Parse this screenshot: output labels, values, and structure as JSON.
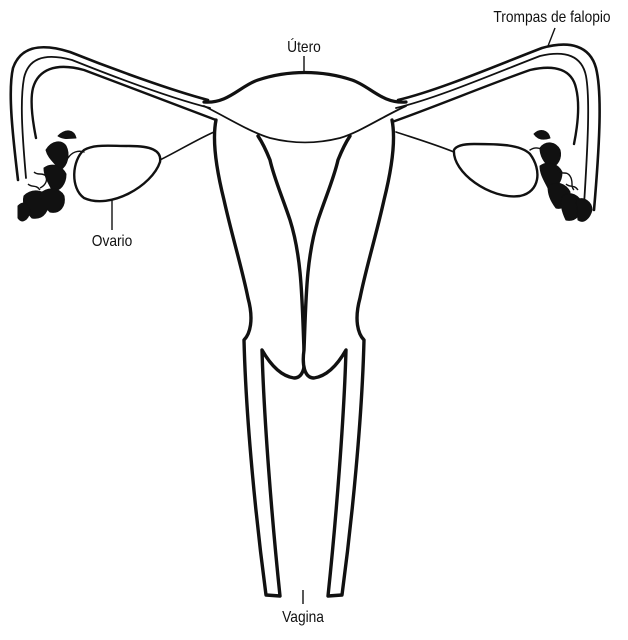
{
  "diagram": {
    "labels": {
      "utero": "Útero",
      "trompas": "Trompas de falopio",
      "ovario": "Ovario",
      "vagina": "Vagina"
    },
    "colors": {
      "ink": "#111111",
      "paper": "#ffffff"
    }
  }
}
